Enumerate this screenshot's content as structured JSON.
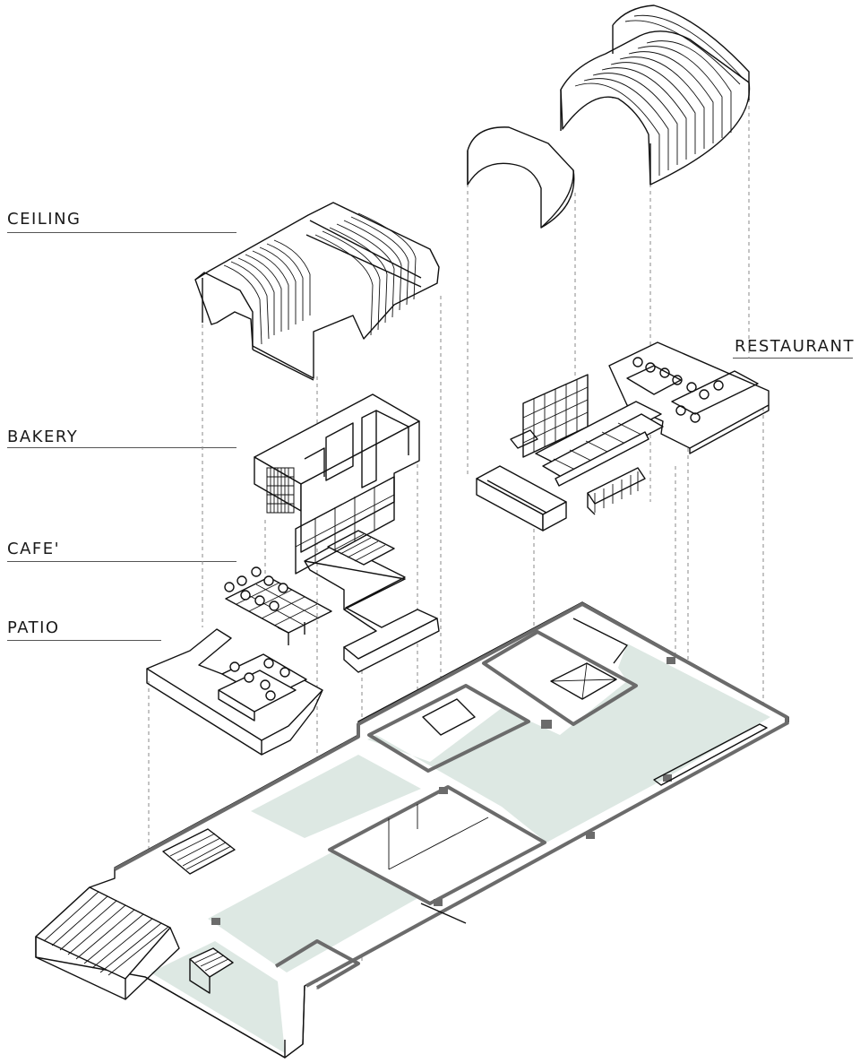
{
  "labels": {
    "ceiling": "CEILING",
    "restaurant": "RESTAURANT",
    "bakery": "BAKERY",
    "cafe": "CAFE'",
    "patio": "PATIO"
  },
  "colors": {
    "line": "#111111",
    "floor_fill": "#dde8e3",
    "wall": "#6b6b6b",
    "projection_dash": "#8a8a8a",
    "label_rule": "#555555"
  }
}
